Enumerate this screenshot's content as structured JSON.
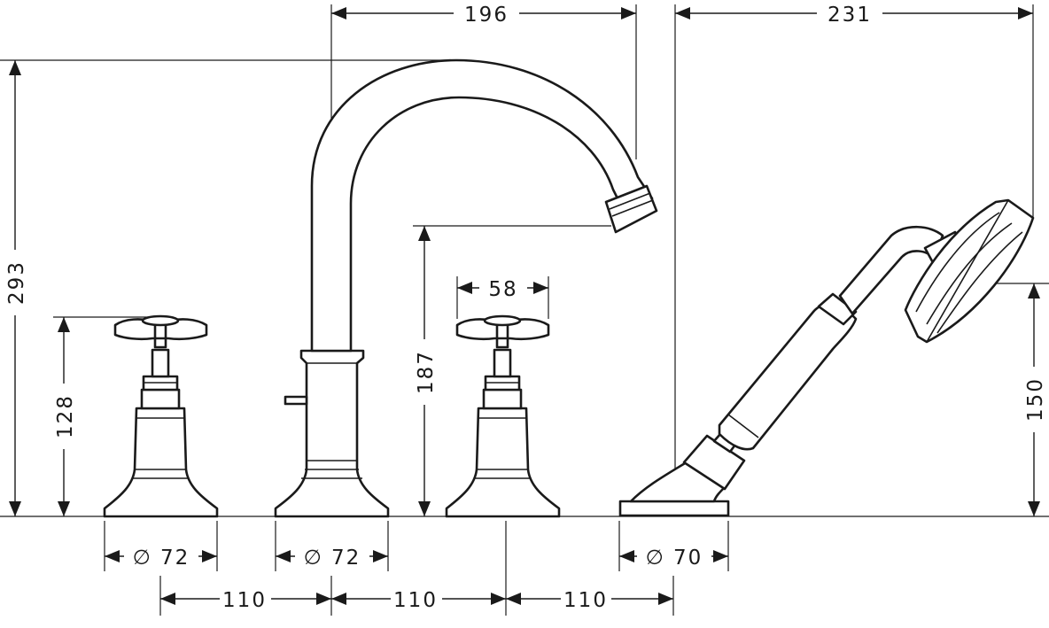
{
  "drawing": {
    "dimensions": {
      "spout_reach": "196",
      "handshower_reach": "231",
      "total_height": "293",
      "valve_height": "128",
      "spout_outlet_height": "187",
      "handle_width": "58",
      "handshower_height": "150",
      "valve_base_diameter": "∅ 72",
      "spout_base_diameter": "∅ 72",
      "holder_base_diameter": "∅ 70",
      "spacing_1": "110",
      "spacing_2": "110",
      "spacing_3": "110"
    },
    "colors": {
      "line": "#1a1a1a",
      "background": "#ffffff"
    }
  }
}
